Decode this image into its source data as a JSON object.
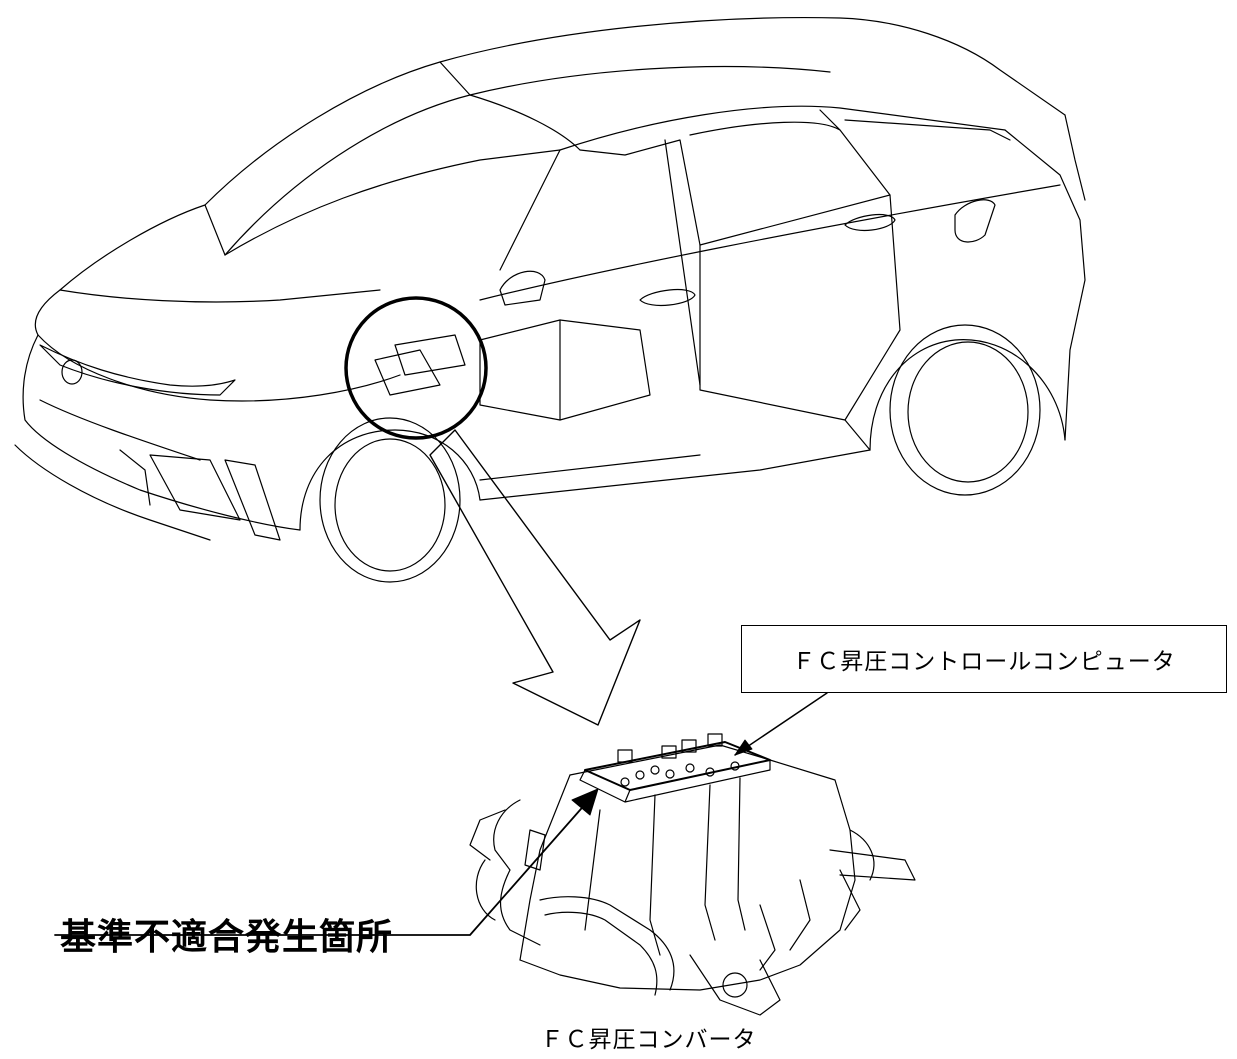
{
  "labels": {
    "controller": "ＦＣ昇圧コントロールコンピュータ",
    "defect_location": "基準不適合発生箇所",
    "converter": "ＦＣ昇圧コンバータ"
  },
  "colors": {
    "line": "#000000",
    "background": "#ffffff"
  },
  "icons": [
    "car-illustration",
    "magnifier-circle",
    "zoom-arrow",
    "converter-unit-illustration",
    "pointer-arrow"
  ]
}
